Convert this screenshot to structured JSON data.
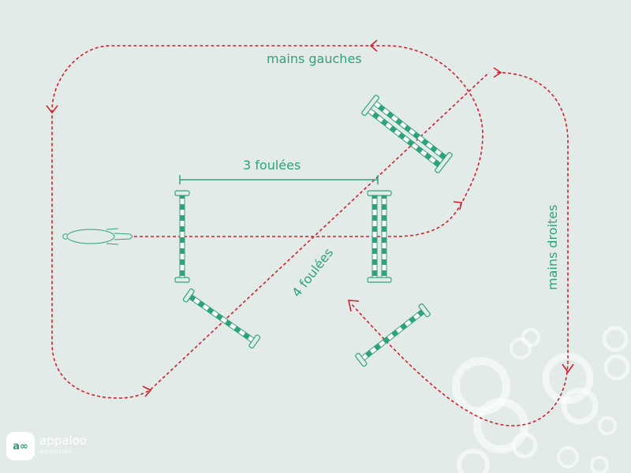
{
  "labels": {
    "left_hand": "mains gauches",
    "right_hand": "mains droites",
    "three_strides": "3 foulées",
    "four_strides": "4 foulées"
  },
  "logo": {
    "badge": "a∞",
    "name": "appaloo",
    "tagline": "équitation"
  },
  "colors": {
    "background": "#e3ebe8",
    "path": "#d0202f",
    "obstacle": "#2ea37a",
    "text": "#2ea37a",
    "decor": "#ffffff"
  },
  "icons": {
    "horse": "horse-top-view-icon",
    "logo": "appaloo-logo-icon"
  }
}
